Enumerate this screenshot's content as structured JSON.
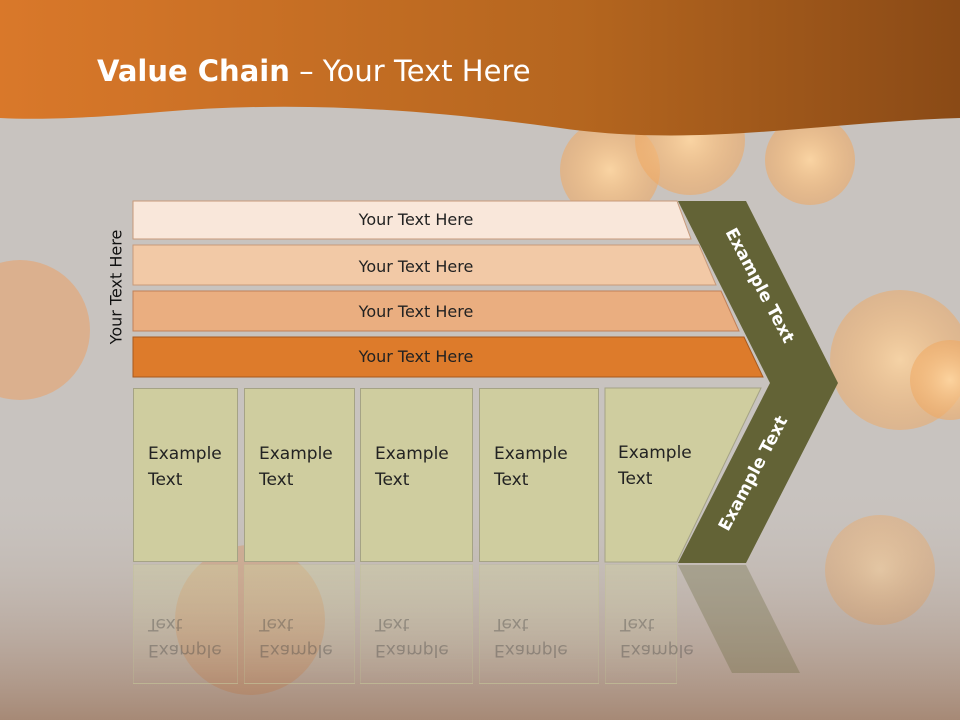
{
  "slide": {
    "title_bold": "Value Chain",
    "title_rest": " – Your Text Here",
    "side_label": "Your Text Here"
  },
  "bars": [
    {
      "label": "Your Text Here",
      "color": "#f9e7da"
    },
    {
      "label": "Your Text Here",
      "color": "#f2c9a6"
    },
    {
      "label": "Your Text Here",
      "color": "#eaae80"
    },
    {
      "label": "Your Text Here",
      "color": "#dd7b2b"
    }
  ],
  "boxes": [
    {
      "label": "Example\nText"
    },
    {
      "label": "Example\nText"
    },
    {
      "label": "Example\nText"
    },
    {
      "label": "Example\nText"
    },
    {
      "label": "Example\nText"
    }
  ],
  "chevron": {
    "upper_label": "Example Text",
    "lower_label": "Example Text",
    "color": "#636336"
  },
  "colors": {
    "header": "#c8691d",
    "box_fill": "#cfcd9f"
  }
}
